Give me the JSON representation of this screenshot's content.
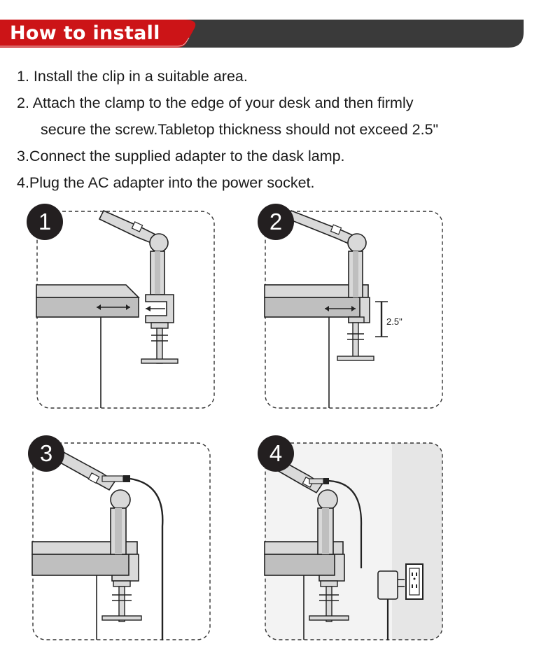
{
  "header": {
    "title": "How to install"
  },
  "steps": [
    {
      "line1": "1. Install the clip in a suitable area.",
      "line2": ""
    },
    {
      "line1": "2. Attach the clamp to the edge of your desk and then firmly",
      "line2": "secure the screw.Tabletop thickness should not exceed 2.5\""
    },
    {
      "line1": "3.Connect the supplied adapter to the dask lamp.",
      "line2": ""
    },
    {
      "line1": "4.Plug the AC adapter into the power socket.",
      "line2": ""
    }
  ],
  "panels": [
    {
      "number": "1"
    },
    {
      "number": "2",
      "dimension": "2.5\""
    },
    {
      "number": "3"
    },
    {
      "number": "4"
    }
  ],
  "colors": {
    "accent_red": "#cc1417",
    "banner_dark": "#3a3a3a",
    "badge": "#231f20"
  }
}
